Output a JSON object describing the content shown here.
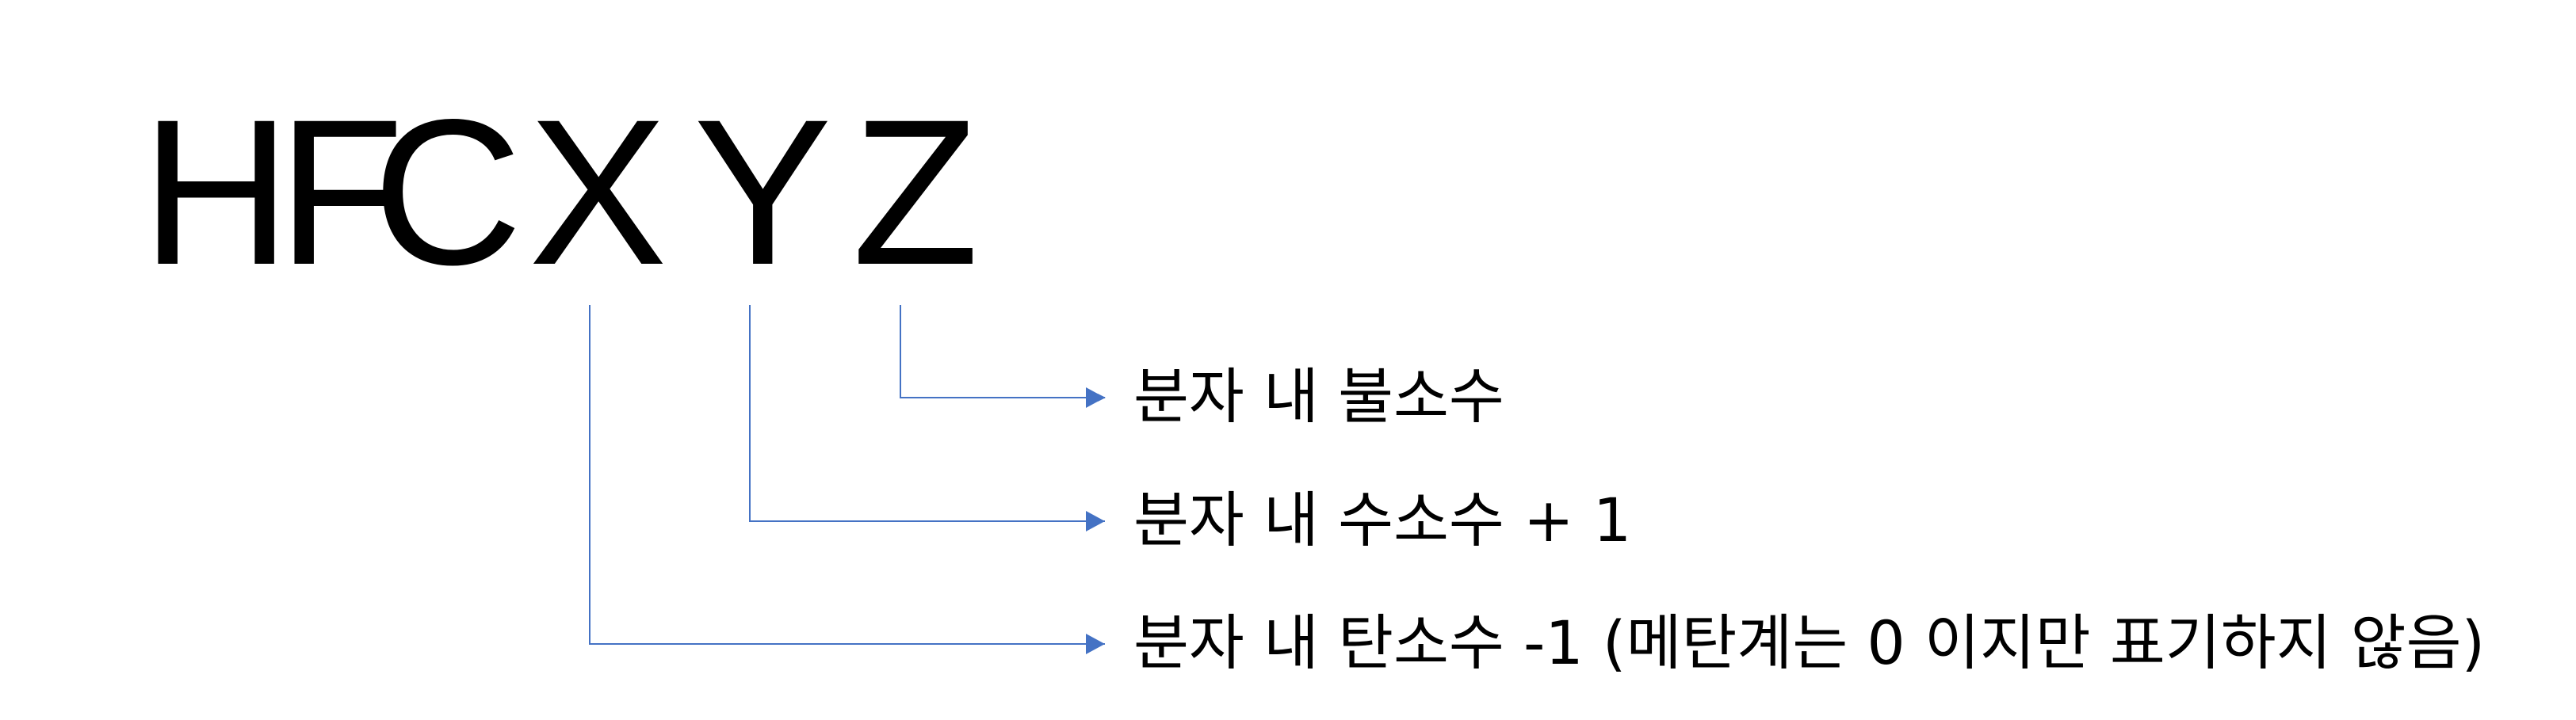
{
  "formula": {
    "h": "H",
    "f": "F",
    "c": "C",
    "x": "X",
    "y": "Y",
    "z": "Z"
  },
  "labels": {
    "z_meaning": "분자 내 불소수",
    "y_meaning": "분자 내 수소수 + 1",
    "x_meaning": "분자 내 탄소수 -1 (메탄계는 0 이지만 표기하지 않음)"
  },
  "colors": {
    "connector": "#4472C4",
    "text": "#000000",
    "background": "#FFFFFF"
  }
}
